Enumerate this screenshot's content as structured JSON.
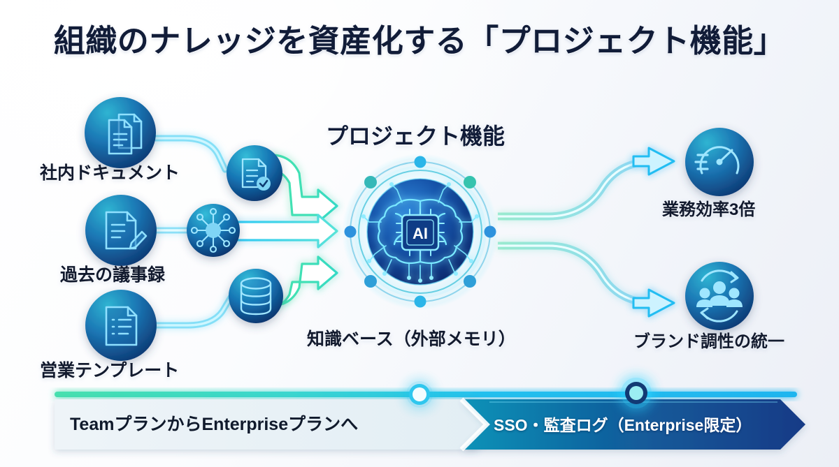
{
  "title": "組織のナレッジを資産化する「プロジェクト機能」",
  "center": {
    "title": "プロジェクト機能",
    "caption": "知識ベース（外部メモリ）",
    "core_label": "AI",
    "core_icon": "ai-brain-chip-icon"
  },
  "sources": [
    {
      "label": "社内ドキュメント",
      "icon": "documents-icon"
    },
    {
      "label": "過去の議事録",
      "icon": "document-pencil-icon"
    },
    {
      "label": "営業テンプレート",
      "icon": "checklist-document-icon"
    }
  ],
  "processors": [
    {
      "icon": "document-check-icon"
    },
    {
      "icon": "network-hub-icon"
    },
    {
      "icon": "database-icon"
    }
  ],
  "outcomes": [
    {
      "label": "業務効率3倍",
      "icon": "speedometer-icon"
    },
    {
      "label": "ブランド調性の統一",
      "icon": "team-sync-icon"
    }
  ],
  "banner": {
    "left_text": "TeamプランからEnterpriseプランへ",
    "right_text": "SSO・監査ログ（Enterprise限定）",
    "markers": 2
  },
  "colors": {
    "title_text": "#111c38",
    "icon_gradient_start": "#2aa6c8",
    "icon_gradient_end": "#0d3570",
    "flow_green": "#3ddca4",
    "flow_cyan": "#29c6f2",
    "banner_left_bg": "#e8f1f6",
    "banner_right_start": "#0e93b8",
    "banner_right_end": "#163a86",
    "background_start": "#ffffff",
    "background_end": "#eceff6"
  }
}
